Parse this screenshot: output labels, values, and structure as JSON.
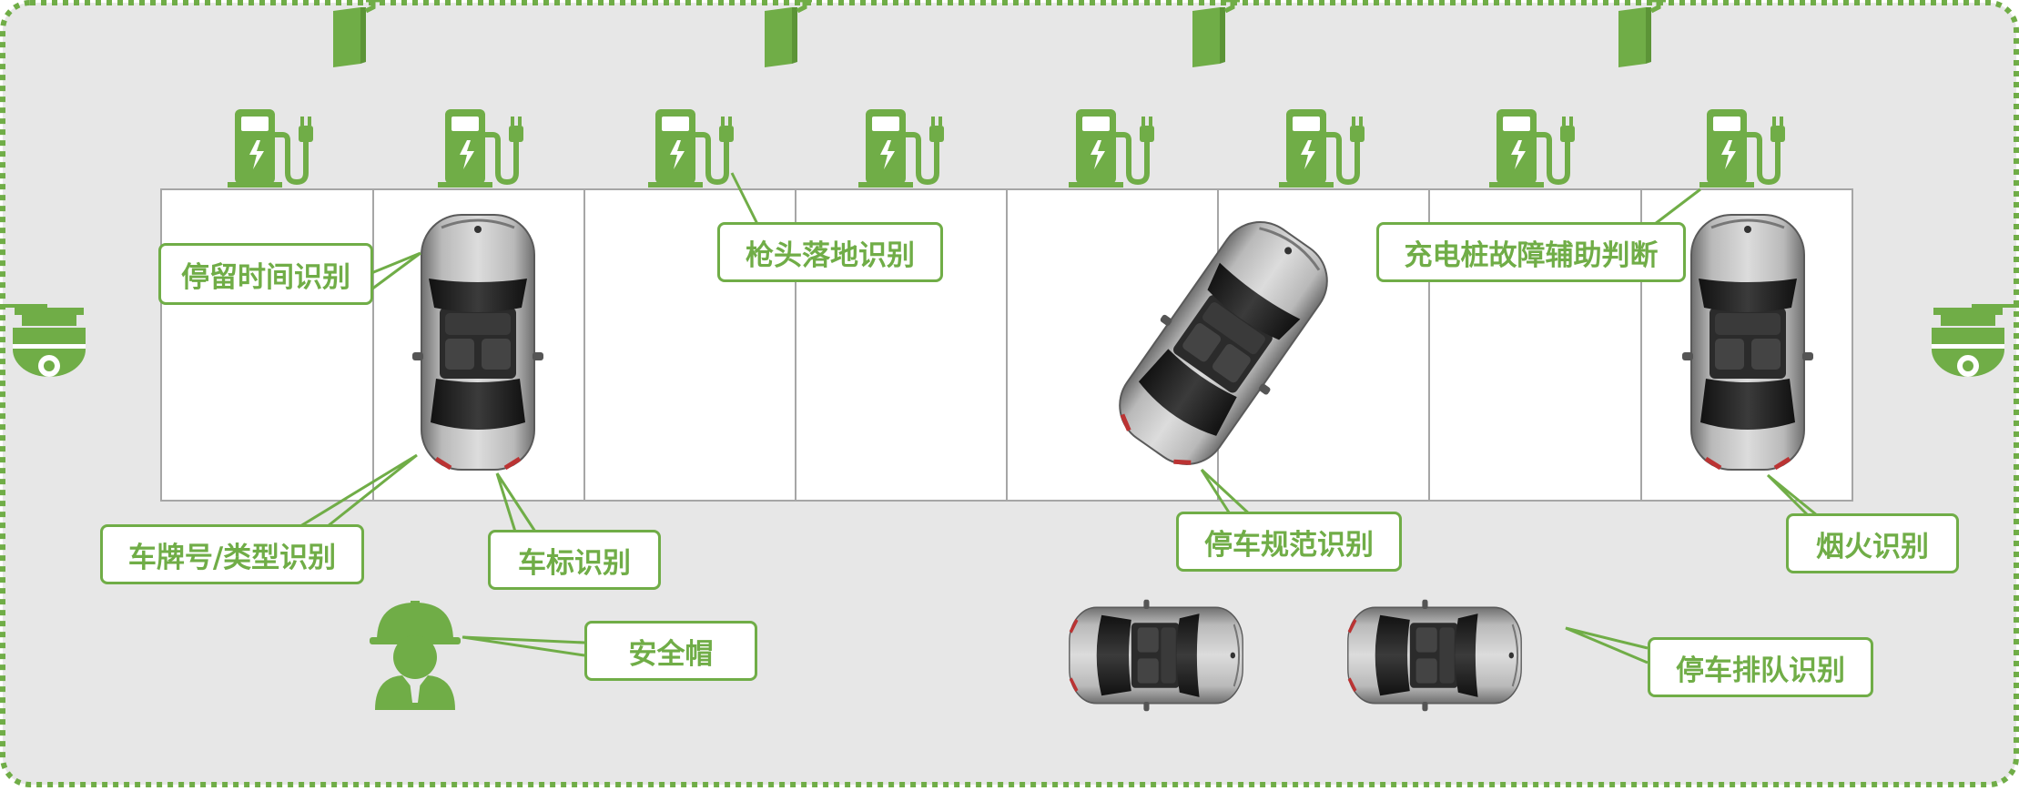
{
  "colors": {
    "accent": "#70ad47",
    "background": "#e7e7e7",
    "slot": "#ffffff",
    "slot_line": "#a6a6a6",
    "car_body": "#a8a8a8",
    "car_glass": "#2a2a2a"
  },
  "icons": {
    "charger": "ev-charger-icon",
    "camera": "dome-camera-icon",
    "ceiling_camera": "ceiling-camera-icon",
    "worker": "hard-hat-worker-icon",
    "car": "car-top-view-icon"
  },
  "labels": {
    "dwell_time": "停留时间识别",
    "gun_drop": "枪头落地识别",
    "charger_fault": "充电桩故障辅助判断",
    "plate_type": "车牌号/类型识别",
    "car_logo": "车标识别",
    "parking_standard": "停车规范识别",
    "smoke_fire": "烟火识别",
    "helmet": "安全帽",
    "queue": "停车排队识别"
  }
}
